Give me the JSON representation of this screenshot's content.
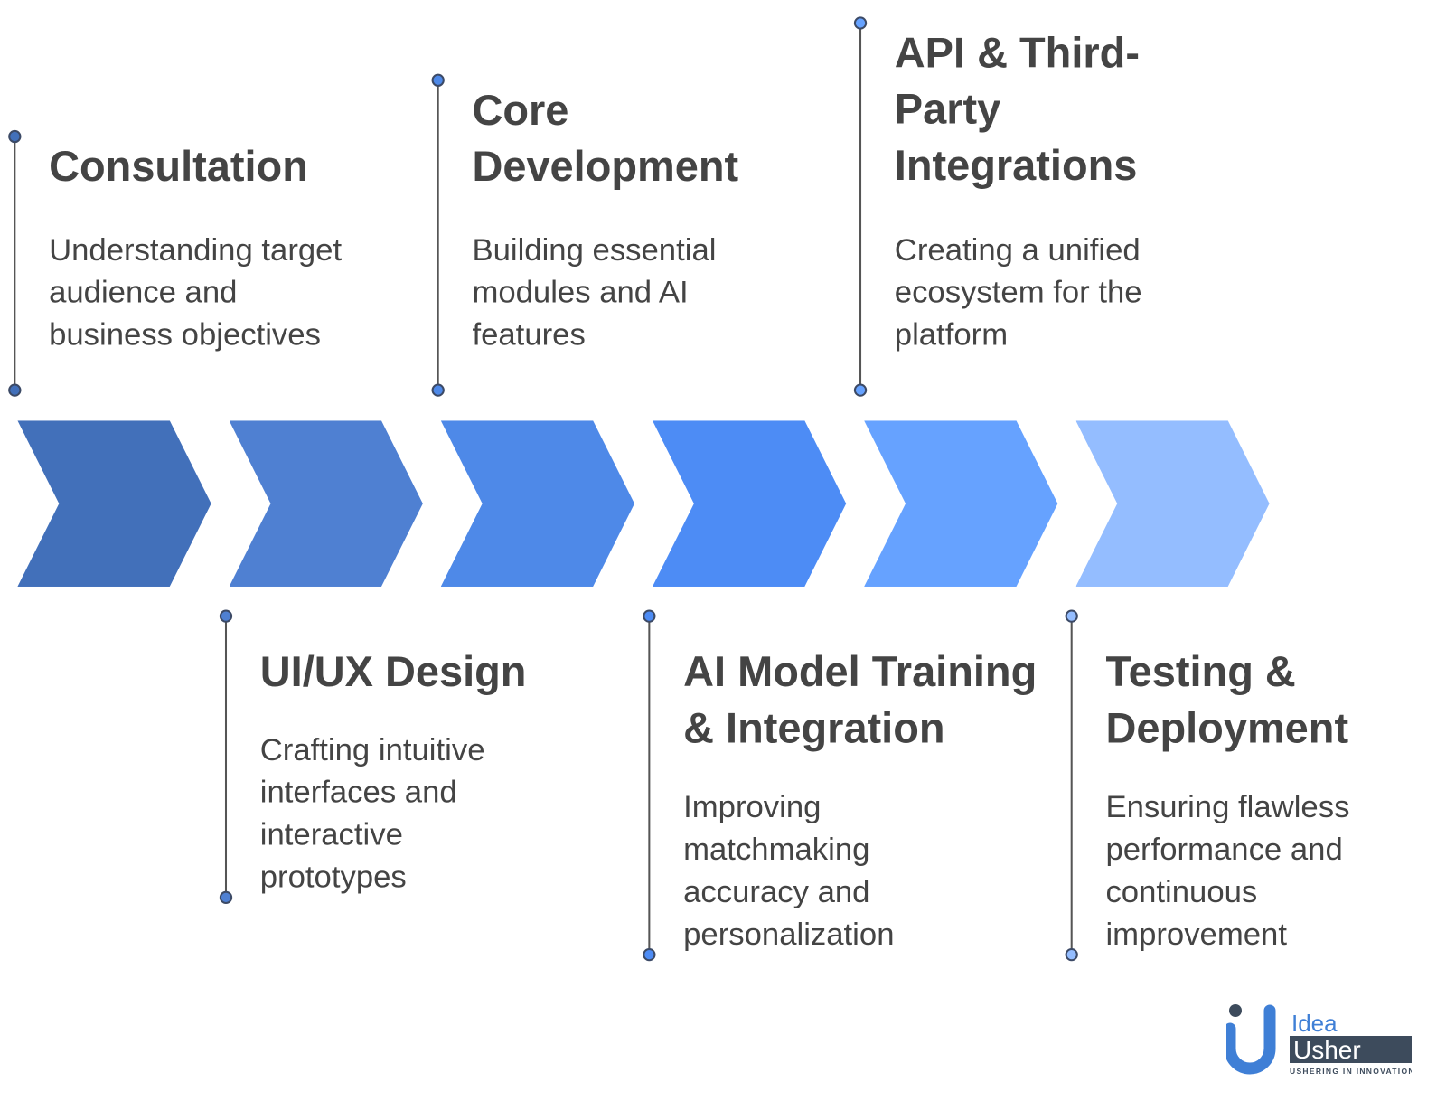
{
  "steps": [
    {
      "title": [
        "Consultation"
      ],
      "body": [
        "Understanding target",
        "audience and",
        "business objectives"
      ],
      "color": "#4270BA"
    },
    {
      "title": [
        "UI/UX Design"
      ],
      "body": [
        "Crafting intuitive",
        "interfaces and",
        "interactive",
        "prototypes"
      ],
      "color": "#4F80D2"
    },
    {
      "title": [
        "Core",
        "Development"
      ],
      "body": [
        "Building essential",
        "modules and AI",
        "features"
      ],
      "color": "#4E89E8"
    },
    {
      "title": [
        "AI Model Training",
        "& Integration"
      ],
      "body": [
        "Improving",
        "matchmaking",
        "accuracy and",
        "personalization"
      ],
      "color": "#4D8CF5"
    },
    {
      "title": [
        "API & Third-",
        "Party",
        "Integrations"
      ],
      "body": [
        "Creating a unified",
        "ecosystem for the",
        "platform"
      ],
      "color": "#66A2FF"
    },
    {
      "title": [
        "Testing &",
        "Deployment"
      ],
      "body": [
        "Ensuring flawless",
        "performance and",
        "continuous",
        "improvement"
      ],
      "color": "#94BDFF"
    }
  ],
  "logo": {
    "word1": "Idea",
    "word2": "Usher",
    "tagline": "USHERING IN INNOVATION"
  }
}
